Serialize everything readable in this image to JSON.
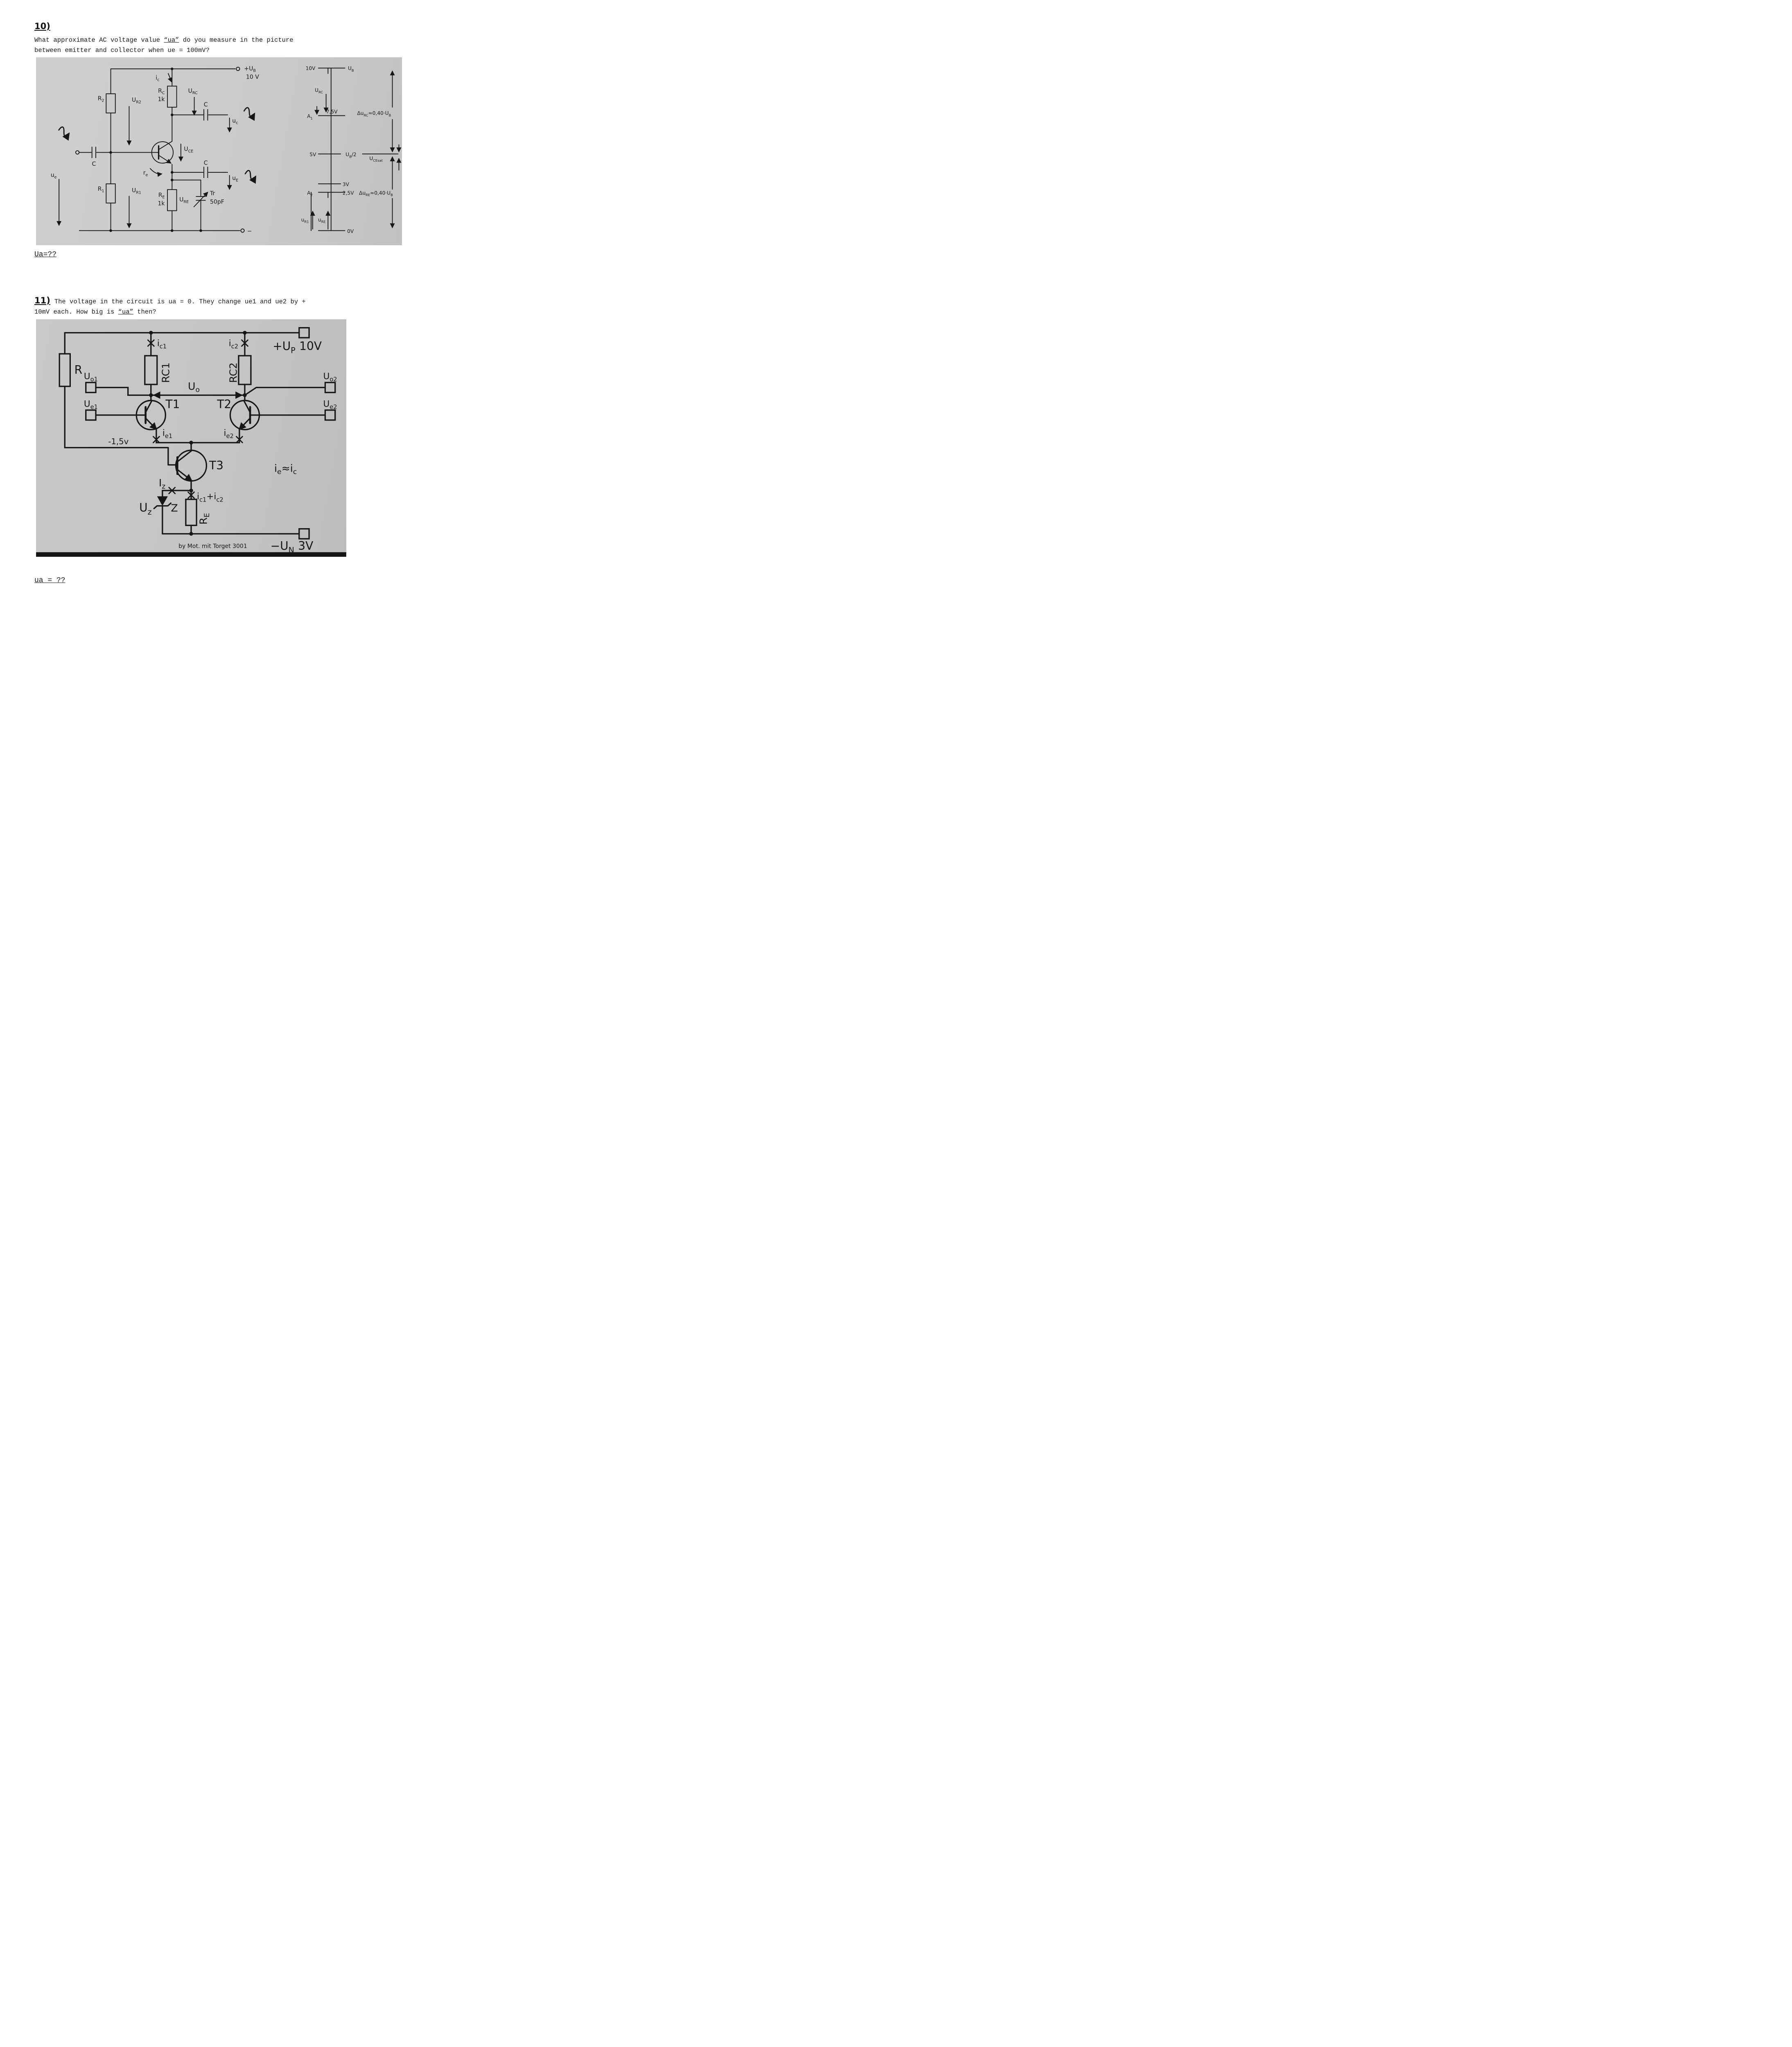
{
  "q10": {
    "heading": "10)",
    "line1_pre": "What approximate AC voltage value ",
    "line1_ua": "“ua”",
    "line1_post": " do you measure in the picture",
    "line2": "between emitter and collector when ue = 100mV?",
    "answer": "Ua=??"
  },
  "q11": {
    "heading": "11)",
    "line1": "The voltage in the circuit is ua = 0. They change ue1 and ue2 by +",
    "line2_pre": "10mV each. How big is ",
    "line2_ua": "“ua”",
    "line2_post": " then?",
    "answer": "ua = ??"
  },
  "fig10": {
    "labels": {
      "ic": "i",
      "ic_sub": "c",
      "rc": "R",
      "rc_sub": "C",
      "rc_val": "1k",
      "urc": "U",
      "urc_sub": "RC",
      "cap_top": "C",
      "cap_mid": "C",
      "cap_in": "C",
      "uc": "u",
      "uc_sub": "c",
      "uce": "U",
      "uce_sub": "CE",
      "ue_out": "u",
      "ue_out_sub": "E",
      "r2": "R",
      "r2_sub": "2",
      "ur2": "U",
      "ur2_sub": "R2",
      "r1": "R",
      "r1_sub": "1",
      "ur1": "U",
      "ur1_sub": "R1",
      "re_s": "r",
      "re_s_sub": "e",
      "re": "R",
      "re_sub": "E",
      "re_val": "1k",
      "ure": "U",
      "ure_sub": "RE",
      "tr": "Tr",
      "tr_val": "50pF",
      "ue_in": "u",
      "ue_in_sub": "e",
      "ub": "+U",
      "ub_sub": "B",
      "ub_val": "10 V",
      "minus": "−",
      "d10": "10V",
      "dub": "U",
      "dub_sub": "B",
      "durc": "U",
      "durc_sub": "RC",
      "a1": "A",
      "a1_sub": "1",
      "v75": "7,5V",
      "ddrc1": "Δu",
      "ddrc1_sub": "RC",
      "ddrc2": "≈0,40·U",
      "ddrc2_sub": "B",
      "v5": "5V",
      "ub2": "U",
      "ub2_sub": "B",
      "ub2_div": "/2",
      "ucesat": "U",
      "ucesat_sub": "CEsat",
      "v3": "3V",
      "a2": "A",
      "a2_sub": "2",
      "v25": "2,5V",
      "ddre1": "Δu",
      "ddre1_sub": "RE",
      "ddre2": "≈0,40·U",
      "ddre2_sub": "B",
      "ur1b": "u",
      "ur1b_sub": "R1",
      "ureb": "u",
      "ureb_sub": "RE",
      "v0": "0V"
    }
  },
  "fig11": {
    "labels": {
      "ic1": "i",
      "ic1_sub": "c1",
      "rc1": "RC1",
      "ic2": "i",
      "ic2_sub": "c2",
      "rc2": "RC2",
      "up": "+U",
      "up_sub": "P",
      "up_val": "10V",
      "r": "R",
      "uo1": "U",
      "uo1_sub": "o1",
      "ue1": "U",
      "ue1_sub": "e1",
      "uo": "U",
      "uo_sub": "o",
      "t1": "T1",
      "t2": "T2",
      "t3": "T3",
      "uo2": "U",
      "uo2_sub": "o2",
      "ue2": "U",
      "ue2_sub": "e2",
      "ie1": "i",
      "ie1_sub": "e1",
      "ie2": "i",
      "ie2_sub": "e2",
      "bias": "-1,5v",
      "iz": "I",
      "iz_sub": "z",
      "uz": "U",
      "uz_sub": "z",
      "z": "Z",
      "is1": "i",
      "is1_sub": "c1",
      "is2": "+i",
      "is2_sub": "c2",
      "re": "R",
      "re_sub": "E",
      "ieq1": "i",
      "ieq1_sub": "e",
      "ieq2": "≈i",
      "ieq2_sub": "c",
      "credit": "by Mot. mit Torget 3001",
      "un": "−U",
      "un_sub": "N",
      "un_val": "3V"
    }
  }
}
